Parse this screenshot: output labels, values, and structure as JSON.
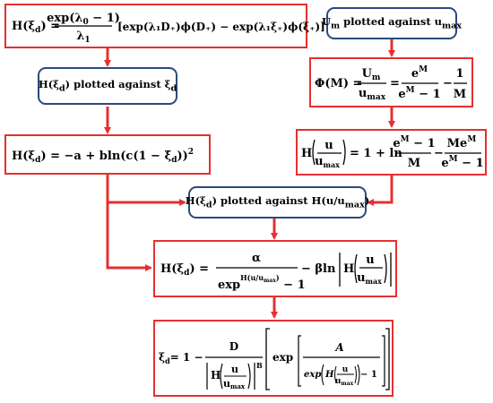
{
  "diagram": {
    "colors": {
      "arrow": "#e53030",
      "formula_border": "#e53030",
      "label_border": "#2b4a7a"
    },
    "nodes": {
      "eq_h_general": {
        "lhs": "H(ξ",
        "lhs_sub": "d",
        "lhs_close": ") =",
        "frac_num": "exp(λ",
        "frac_num_sub": "0",
        "frac_num_tail": " − 1)",
        "frac_den": "λ",
        "frac_den_sub": "1",
        "rhs": "[exp(λ₁D₊)ϕ(D₊) − exp(λ₁ξ₊)ϕ(ξ₊)]"
      },
      "label_h_vs_xi": {
        "text_a": "H(ξ",
        "text_sub": "d",
        "text_b": ") plotted against ξ",
        "text_sub2": "d"
      },
      "label_um_vs_umax": {
        "text_a": "U",
        "text_sub": "m",
        "text_b": " plotted against u",
        "text_sub2": "max"
      },
      "eq_phi": {
        "lhs": "Φ(M) =",
        "f1_num": "U",
        "f1_num_sub": "m",
        "f1_den": "u",
        "f1_den_sub": "max",
        "eq": "=",
        "f2_num": "e",
        "f2_num_sup": "M",
        "f2_den": "e",
        "f2_den_sup": "M",
        "f2_den_tail": " − 1",
        "minus": "−",
        "f3_num": "1",
        "f3_den": "M"
      },
      "eq_h_ratio": {
        "lhs": "H",
        "in_num": "u",
        "in_den": "u",
        "in_den_sub": "max",
        "eq": "= 1 + ln",
        "a_num": "e",
        "a_num_sup": "M",
        "a_num_tail": " − 1",
        "a_den": "M",
        "minus": "−",
        "b_num": "Me",
        "b_num_sup": "M",
        "b_den": "e",
        "b_den_sup": "M",
        "b_den_tail": " − 1"
      },
      "eq_h_xi_bar": {
        "lhs": "H(ξ",
        "lhs_sub": "d",
        "rhs": ") = −a + bln(c(1 − ξ̄",
        "rhs_sub": "d",
        "tail": "))",
        "tail_sup": "2"
      },
      "label_h_vs_ratio": {
        "text_a": "H(ξ",
        "text_sub": "d",
        "text_b": ") plotted against H(u/u",
        "text_sub2": "max",
        "text_c": ")"
      },
      "eq_h_alpha": {
        "lhs": "H(ξ",
        "lhs_sub": "d",
        "lhs_close": ") =",
        "num": "α",
        "den_a": "exp",
        "den_sup": "H(u/u",
        "den_sup_sub": "max",
        "den_sup_close": ")",
        "den_b": " − 1",
        "tail_a": "− βln",
        "tail_h": "H",
        "tail_in_num": "u",
        "tail_in_den": "u",
        "tail_in_den_sub": "max"
      },
      "eq_xi_final": {
        "lhs": "ξ",
        "lhs_sub": "d",
        "eq": "= 1 −",
        "num": "D",
        "den_h": "H",
        "den_in_num": "u",
        "den_in_den": "u",
        "den_in_den_sub": "max",
        "den_sup": "B",
        "exp_word": "exp",
        "inner_num": "A",
        "inner_den_a": "exp",
        "inner_den_h": "H",
        "inner_den_in_num": "u",
        "inner_den_in_den": "u",
        "inner_den_in_den_sub": "max",
        "inner_den_tail": " − 1"
      }
    }
  }
}
